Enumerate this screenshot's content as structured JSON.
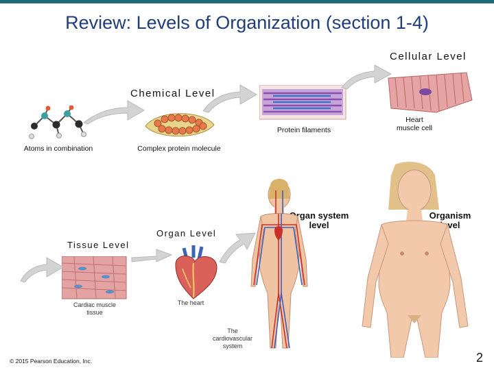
{
  "slide": {
    "title": "Review: Levels of Organization (section 1-4)",
    "page_number": "2",
    "copyright": "© 2015 Pearson Education, Inc."
  },
  "levels": {
    "cellular": "Cellular Level",
    "chemical": "Chemical Level",
    "organ": "Organ Level",
    "tissue": "Tissue Level",
    "organ_system": "Organ system level",
    "organism": "Organism level"
  },
  "captions": {
    "atoms": "Atoms in combination",
    "complex_protein": "Complex protein molecule",
    "protein_filaments": "Protein filaments",
    "heart_muscle_cell": "Heart muscle cell",
    "cardiac_tissue": "Cardiac muscle tissue",
    "heart": "The heart",
    "cardiovascular": "The cardiovascular system"
  },
  "colors": {
    "title": "#1f3d78",
    "top_bar": "#1f6b78",
    "arrow": "#d3d3d3",
    "skin": "#f0c3a3",
    "muscle": "#d47a7a"
  }
}
